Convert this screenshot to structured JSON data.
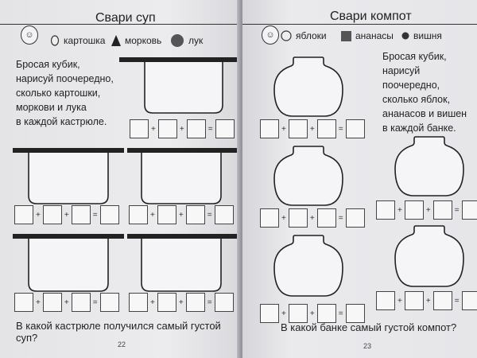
{
  "left_page": {
    "title": "Свари суп",
    "legend": {
      "potato": "картошка",
      "carrot": "морковь",
      "onion": "лук"
    },
    "instructions": [
      "Бросая кубик,",
      "нарисуй поочередно,",
      "сколько картошки,",
      "моркови и лука",
      "в каждой кастрюле."
    ],
    "question": "В какой кастрюле получился самый густой суп?",
    "page_number": "22"
  },
  "right_page": {
    "title": "Свари компот",
    "legend": {
      "apples": "яблоки",
      "pineapples": "ананасы",
      "cherries": "вишня"
    },
    "instructions": [
      "Бросая кубик,",
      "нарисуй поочередно,",
      "сколько яблок,",
      "ананасов и вишен",
      "в каждой банке."
    ],
    "question": "В какой банке самый густой компот?",
    "page_number": "23"
  },
  "symbols": {
    "plus": "+",
    "equals": "="
  }
}
